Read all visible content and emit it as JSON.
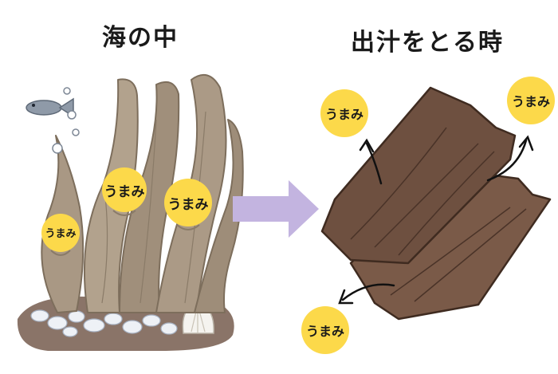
{
  "titles": {
    "left": "海の中",
    "right": "出汁をとる時"
  },
  "umami_label": "うまみ",
  "colors": {
    "umami_fill": "#fcd94a",
    "seaweed": "#a99884",
    "seaweed_dark": "#8a7b68",
    "kombu": "#7a5a48",
    "kombu_dark": "#5a3f30",
    "arrow": "#c3b4e0",
    "fish": "#8f9aa8",
    "seabed": "#8a7468",
    "pebble": "#eef1f6"
  },
  "icons": {
    "arrow": "right-arrow-icon",
    "fish": "fish-icon",
    "shell": "scallop-shell-icon"
  }
}
